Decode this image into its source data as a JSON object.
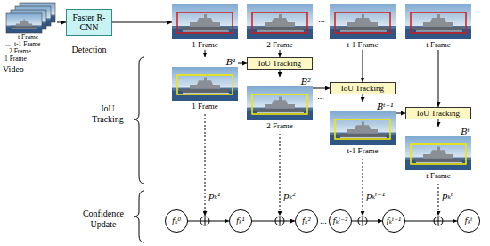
{
  "diagram": {
    "nodes": [
      {
        "text": [
          "t Frame",
          "...",
          "t-1 Frame",
          "2 Frame",
          "1 Frame",
          "Video"
        ]
      },
      {
        "text": [
          "Faster R-CNN"
        ]
      },
      {
        "text": [
          "1 Frame"
        ]
      },
      {
        "text": [
          "2 Frame"
        ]
      },
      {
        "text": [
          "t-1 Frame"
        ]
      },
      {
        "text": [
          "t Frame"
        ]
      },
      {
        "text": [
          "B¹",
          "1 Frame"
        ]
      },
      {
        "text": [
          "IoU Tracking"
        ]
      },
      {
        "text": [
          "B²",
          "2 Frame"
        ]
      },
      {
        "text": [
          "IoU Tracking"
        ]
      },
      {
        "text": [
          "Bᵗ⁻¹",
          "t-1 Frame"
        ]
      },
      {
        "text": [
          "IoU Tracking"
        ]
      },
      {
        "text": [
          "Bᵗ",
          "t Frame"
        ]
      },
      {
        "text": [
          "fₖ⁰"
        ]
      },
      {
        "text": [
          "fₖ¹"
        ]
      },
      {
        "text": [
          "fₖ²"
        ]
      },
      {
        "text": [
          "fₖᵗ⁻²"
        ]
      },
      {
        "text": [
          "fₖᵗ⁻¹"
        ]
      },
      {
        "text": [
          "fₖᵗ"
        ]
      }
    ],
    "edges": [
      {
        "from": 0,
        "to": 1,
        "arrow": "to"
      },
      {
        "from": 1,
        "to": 2,
        "arrow": "to"
      },
      {
        "from": 2,
        "to": 6,
        "arrow": "to"
      },
      {
        "from": 6,
        "to": 7,
        "arrow": "to"
      },
      {
        "from": 3,
        "to": 7,
        "arrow": "to"
      },
      {
        "from": 7,
        "to": 8,
        "arrow": "to"
      },
      {
        "from": 8,
        "to": 9,
        "arrow": "to"
      },
      {
        "from": 4,
        "to": 9,
        "arrow": "to"
      },
      {
        "from": 9,
        "to": 10,
        "arrow": "to"
      },
      {
        "from": 10,
        "to": 11,
        "arrow": "to"
      },
      {
        "from": 5,
        "to": 11,
        "arrow": "to"
      },
      {
        "from": 11,
        "to": 12,
        "arrow": "to"
      },
      {
        "from": 13,
        "to": 14,
        "arrow": "to"
      },
      {
        "from": 14,
        "to": 15,
        "arrow": "to"
      },
      {
        "from": 16,
        "to": 17,
        "arrow": "to"
      },
      {
        "from": 17,
        "to": 18,
        "arrow": "to"
      }
    ],
    "labels": [
      "Detection",
      "...",
      "IoU Tracking",
      "...",
      "pₖ¹",
      "pₖ²",
      "pₖᵗ⁻¹",
      "pₖᵗ",
      "Confidence Update",
      "..."
    ]
  }
}
